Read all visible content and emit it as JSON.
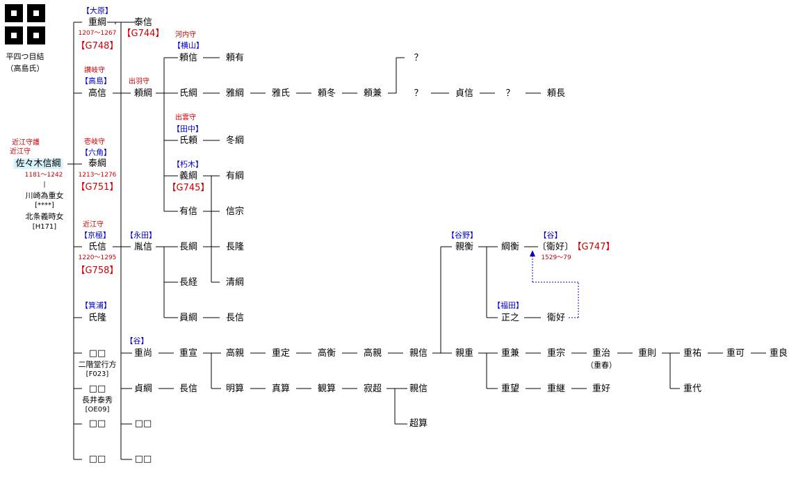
{
  "crest": {
    "caption_line1": "平四つ目結",
    "caption_line2": "（高島氏）"
  },
  "founder": {
    "titles": [
      "近江守護",
      "近江守"
    ],
    "name": "佐々木信綱",
    "dates": "1181～1242",
    "sep": "|",
    "wives": [
      "川崎為重女",
      "[****]",
      "北条義時女",
      "[H171]"
    ]
  },
  "sons": [
    {
      "clan": "【大原】",
      "name": "重綱",
      "dates": "1207～1267",
      "gref": "【G748】"
    },
    {
      "title": "讃岐守",
      "clan": "【高島】",
      "name": "高信"
    },
    {
      "title": "壱岐守",
      "clan": "【六角】",
      "name": "泰綱",
      "dates": "1213～1276",
      "gref": "【G751】"
    },
    {
      "title": "近江守",
      "clan": "【京極】",
      "name": "氏信",
      "dates": "1220～1295",
      "gref": "【G758】"
    },
    {
      "clan": "【箕浦】",
      "name": "氏隆"
    },
    {
      "name": "□□",
      "note1": "二階堂行方",
      "note2": "[F023]"
    },
    {
      "name": "□□",
      "note1": "長井泰秀",
      "note2": "[OE09]"
    },
    {
      "name": "□□"
    },
    {
      "name": "□□"
    }
  ],
  "col2": {
    "yasunobu": "泰信",
    "yasunobu_ref": "【G744】",
    "yoritsuna_title": "出羽守",
    "yoritsuna": "頼綱",
    "eida_clan": "【永田】",
    "tanenobu": "胤信",
    "tani_clan": "【谷】",
    "shigenao": "重尚",
    "sadatsuna": "貞綱",
    "b1": "□□",
    "b2": "□□"
  },
  "col3": {
    "yorinobu_title": "河内守",
    "yorinobu_clan": "【横山】",
    "yorinobu": "頼信",
    "ujitsuna": "氏綱",
    "ujiyori_title": "出雲守",
    "ujiyori_clan": "【田中】",
    "ujiyori": "氏頼",
    "yoshitsuna_clan": "【朽木】",
    "yoshitsuna": "義綱",
    "yoshitsuna_ref": "【G745】",
    "arinobu": "有信",
    "nagatsuna": "長綱",
    "nagatsune": "長経",
    "kazutsuna": "員綱",
    "shigenobu": "重宣",
    "naganobu": "長信"
  },
  "col4": {
    "yoriari": "頼有",
    "gatsuna": "雅綱",
    "fuyutsuna": "冬綱",
    "aritsuna": "有綱",
    "nobumune": "信宗",
    "nagataka": "長隆",
    "kiyotsuna": "清綱",
    "nagonobu2": "長信",
    "takachika": "高親",
    "myosan": "明算"
  },
  "col5": {
    "masauji": "雅氏",
    "shigesada": "重定",
    "shinsan": "真算"
  },
  "col6": {
    "yorifuyu": "頼冬",
    "takahira": "高衡",
    "kansan": "観算"
  },
  "col7": {
    "yorikane": "頼兼",
    "takachika2": "高親",
    "jakucho": "寂超"
  },
  "col8": {
    "q1": "？",
    "q2": "？",
    "chikanobu": "親信",
    "chikanobu2": "親信",
    "chosan": "超算"
  },
  "col9": {
    "sadanobu": "貞信",
    "tani_clan2": "【谷野】",
    "chikahira": "親衡",
    "chikashige": "親重"
  },
  "col10": {
    "q3": "？",
    "tsunahira": "綱衡",
    "fukuda_clan": "【福田】",
    "masayuki": "正之",
    "shigekane": "重兼",
    "shigemochi": "重望"
  },
  "col11": {
    "yorinaga": "頼長",
    "tani_clan3": "【谷】",
    "hirayoshi_br": "〔衛好〕",
    "hirayoshi_ref": "【G747】",
    "hirayoshi_dates": "1529～79",
    "hirayoshi2": "衛好",
    "shigemune": "重宗",
    "shigetsugu": "重継"
  },
  "col12": {
    "shigeharu": "重治",
    "shigeharu_alt": "（重春）",
    "shigeyoshi": "重好"
  },
  "col13": {
    "shigenori": "重則"
  },
  "col14": {
    "shigesuke": "重祐",
    "shigeyo": "重代"
  },
  "col15": {
    "shigeyoshi2": "重可"
  },
  "col16": {
    "shigeyoshi3": "重良"
  }
}
